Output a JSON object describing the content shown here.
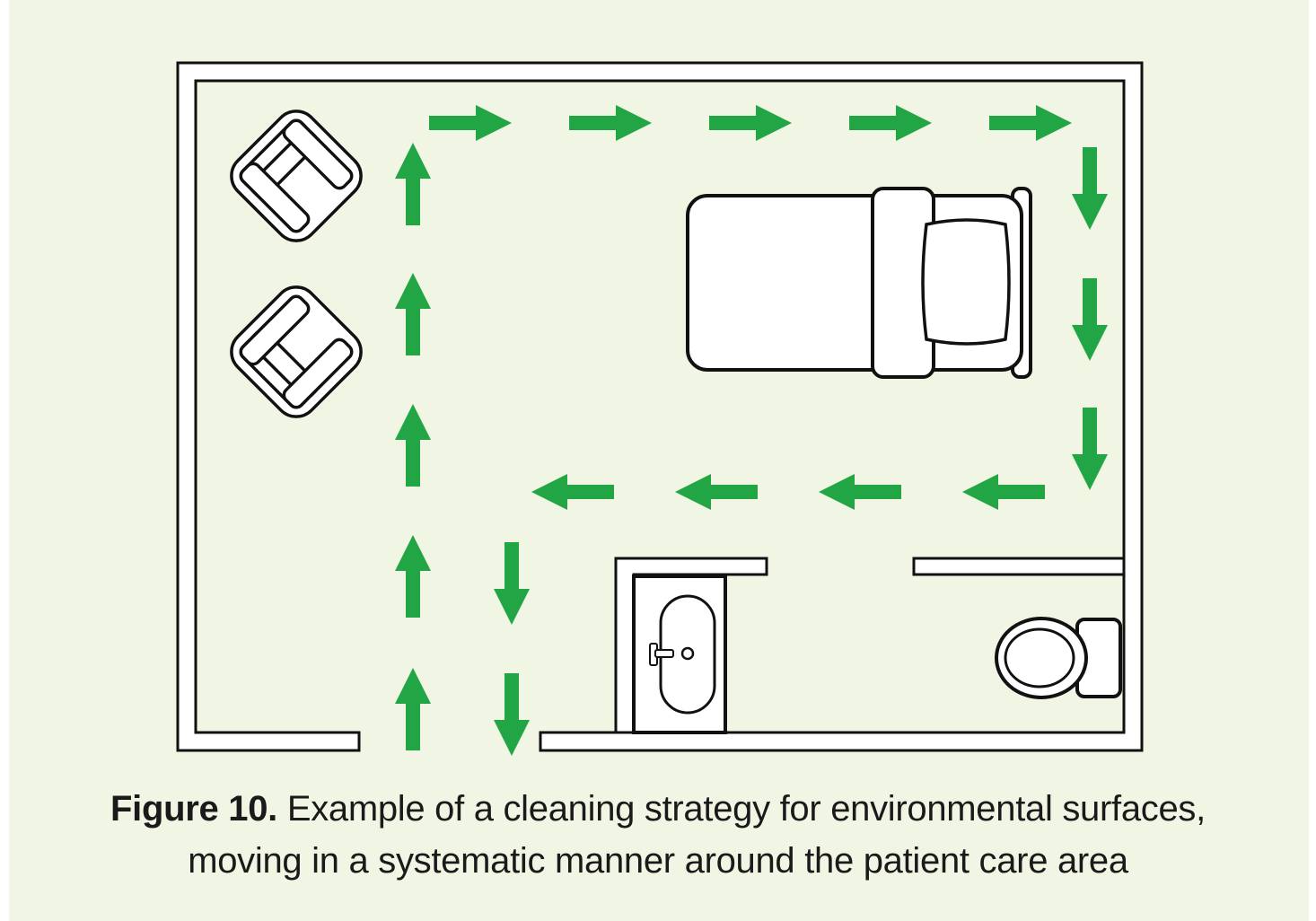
{
  "colors": {
    "background": "#f1f5e3",
    "wall_fill": "#ffffff",
    "outline": "#111111",
    "arrow": "#22a645"
  },
  "icons": {
    "furniture": [
      "armchair-icon",
      "armchair-icon",
      "bed-icon",
      "sink-icon",
      "toilet-icon"
    ],
    "path": "arrow-icon"
  },
  "caption": {
    "label": "Figure 10.",
    "line1_text": "Example of a cleaning strategy for environmental surfaces,",
    "line2_text": "moving in a systematic manner around the patient care area"
  }
}
